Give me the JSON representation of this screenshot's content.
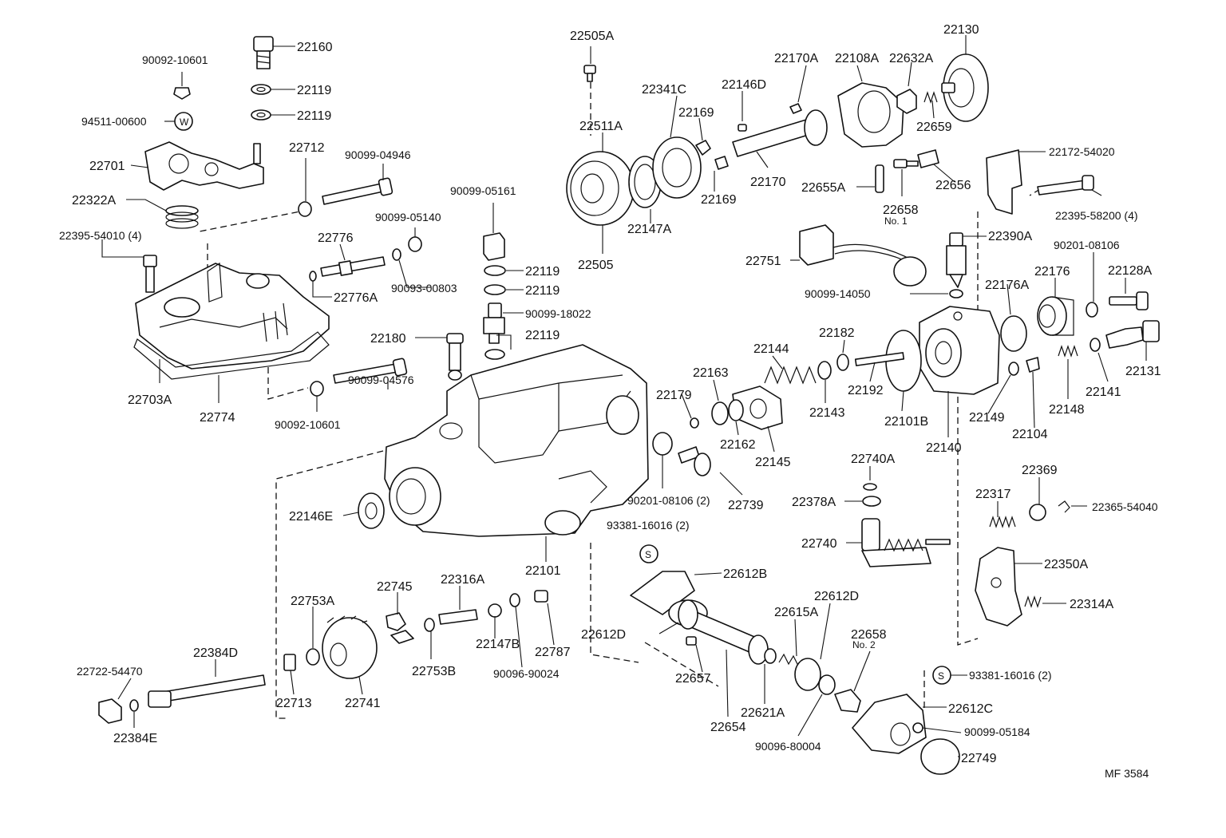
{
  "footer": {
    "code": "MF 3584"
  },
  "labels": {
    "l22160": "22160",
    "l22119a": "22119",
    "l22119b": "22119",
    "l9009210601a": "90092-10601",
    "l9451100600": "94511-00600",
    "lW": "W",
    "l22701": "22701",
    "l22712": "22712",
    "l9009904946": "90099-04946",
    "l22322A": "22322A",
    "l9009905140": "90099-05140",
    "l2239554010": "22395-54010 (4)",
    "l22776": "22776",
    "l22776A": "22776A",
    "l9009300803": "90093-00803",
    "l22703A": "22703A",
    "l22774": "22774",
    "l9009210601b": "90092-10601",
    "l9009904576": "90099-04576",
    "l9009905161": "90099-05161",
    "l22119c": "22119",
    "l22119d": "22119",
    "l9009918022": "90099-18022",
    "l22119e": "22119",
    "l22180": "22180",
    "l22505A": "22505A",
    "l22511A": "22511A",
    "l22505": "22505",
    "l22147A": "22147A",
    "l22341C": "22341C",
    "l22169a": "22169",
    "l22169b": "22169",
    "l22146D": "22146D",
    "l22170A": "22170A",
    "l22108A": "22108A",
    "l22632A": "22632A",
    "l22130": "22130",
    "l22659": "22659",
    "l22170": "22170",
    "l22655A": "22655A",
    "l22658n1": "22658",
    "lNo1": "No. 1",
    "l22656": "22656",
    "l2217254020": "22172-54020",
    "l2239558200": "22395-58200 (4)",
    "l22390A": "22390A",
    "l22751": "22751",
    "l9009914050": "90099-14050",
    "l9020108106a": "90201-08106",
    "l22176A": "22176A",
    "l22176": "22176",
    "l22128A": "22128A",
    "l22182": "22182",
    "l22144": "22144",
    "l22163": "22163",
    "l22179": "22179",
    "l22143": "22143",
    "l22192": "22192",
    "l22101B": "22101B",
    "l22162": "22162",
    "l22145": "22145",
    "l22140": "22140",
    "l22149": "22149",
    "l22104": "22104",
    "l22148": "22148",
    "l22141": "22141",
    "l22131": "22131",
    "l9020108106b": "90201-08106 (2)",
    "l22739": "22739",
    "l9338116016a": "93381-16016 (2)",
    "lSa": "S",
    "l22740A": "22740A",
    "l22378A": "22378A",
    "l22369": "22369",
    "l22317": "22317",
    "l2236554040": "22365-54040",
    "l22740": "22740",
    "l22350A": "22350A",
    "l22314A": "22314A",
    "l22146E": "22146E",
    "l22101": "22101",
    "l22612B": "22612B",
    "l22612D": "22612D",
    "l22612Da": "22612D",
    "l22615A": "22615A",
    "l22658n2": "22658",
    "lNo2": "No. 2",
    "l22753A": "22753A",
    "l22745": "22745",
    "l22316A": "22316A",
    "l22147B": "22147B",
    "l22787": "22787",
    "l22753B": "22753B",
    "l9009690024": "90096-90024",
    "l22384D": "22384D",
    "l2272254470": "22722-54470",
    "l22384E": "22384E",
    "l22713": "22713",
    "l22741": "22741",
    "l22657": "22657",
    "l22654": "22654",
    "l22621A": "22621A",
    "l9009680004": "90096-80004",
    "lSb": "S",
    "l9338116016b": "93381-16016 (2)",
    "l22612C": "22612C",
    "l9009905184": "90099-05184",
    "l22749": "22749"
  }
}
